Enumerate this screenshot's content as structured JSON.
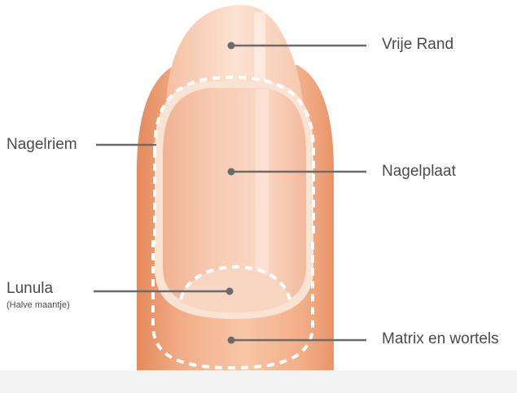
{
  "labels": {
    "vrije_rand": "Vrije Rand",
    "nagelriem": "Nagelriem",
    "nagelplaat": "Nagelplaat",
    "lunula": "Lunula",
    "lunula_sub": "(Halve maantje)",
    "matrix": "Matrix en wortels"
  },
  "colors": {
    "skin_light": "#fbd3b8",
    "skin_mid": "#f2ae87",
    "skin_dark": "#e78f63",
    "nail": "#f6c4aa",
    "nail_shine": "#fde6d8",
    "leader_line": "#6b6b6b",
    "dash": "#ffffff"
  }
}
